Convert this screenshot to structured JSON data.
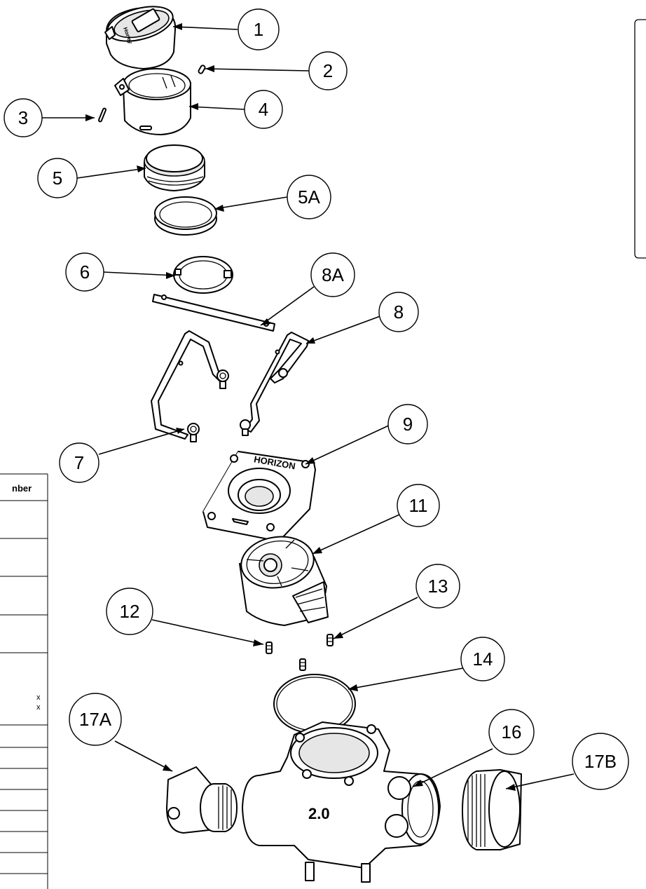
{
  "callouts": [
    {
      "id": "c1",
      "label": "1"
    },
    {
      "id": "c2",
      "label": "2"
    },
    {
      "id": "c3",
      "label": "3"
    },
    {
      "id": "c4",
      "label": "4"
    },
    {
      "id": "c5",
      "label": "5"
    },
    {
      "id": "c5a",
      "label": "5A"
    },
    {
      "id": "c6",
      "label": "6"
    },
    {
      "id": "c8a",
      "label": "8A"
    },
    {
      "id": "c8",
      "label": "8"
    },
    {
      "id": "c9",
      "label": "9"
    },
    {
      "id": "c7",
      "label": "7"
    },
    {
      "id": "c11",
      "label": "11"
    },
    {
      "id": "c13",
      "label": "13"
    },
    {
      "id": "c12",
      "label": "12"
    },
    {
      "id": "c14",
      "label": "14"
    },
    {
      "id": "c17a",
      "label": "17A"
    },
    {
      "id": "c16",
      "label": "16"
    },
    {
      "id": "c17b",
      "label": "17B"
    }
  ],
  "table": {
    "header_fragment": "nber",
    "row_marks": [
      "x",
      "x"
    ]
  },
  "embossed": {
    "brand_plate": "HORIZON",
    "body_size": "2.0"
  }
}
